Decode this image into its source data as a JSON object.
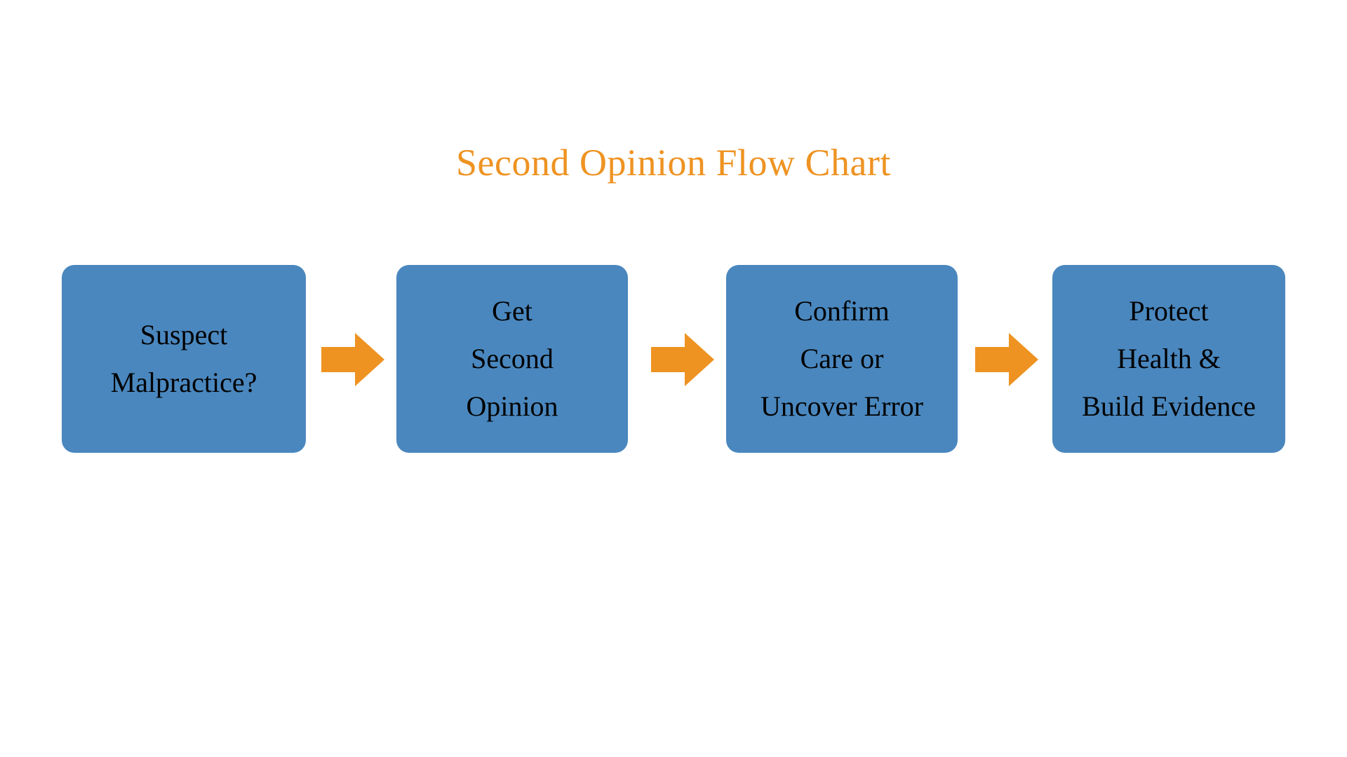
{
  "slide": {
    "background_color": "#FFFFFF",
    "title": "Second Opinion Flow Chart",
    "title_color": "#EE9322"
  },
  "flow": {
    "node_fill_color": "#4A87BE",
    "node_text_color": "#000000",
    "arrow_color": "#EE9322",
    "nodes": [
      {
        "id": "suspect-malpractice",
        "label": "Suspect\nMalpractice?",
        "lines": [
          "Suspect",
          "Malpractice?"
        ]
      },
      {
        "id": "get-second-opinion",
        "label": "Get\nSecond\nOpinion",
        "lines": [
          "Get",
          "Second",
          "Opinion"
        ]
      },
      {
        "id": "confirm-care-or-uncover-error",
        "label": "Confirm\nCare or\nUncover Error",
        "lines": [
          "Confirm",
          "Care or",
          "Uncover Error"
        ]
      },
      {
        "id": "protect-health-build-evidence",
        "label": "Protect\nHealth &\nBuild Evidence",
        "lines": [
          "Protect",
          "Health &",
          "Build Evidence"
        ]
      }
    ],
    "connectors": [
      {
        "id": "connector-1",
        "icon": "right-arrow-icon",
        "from": "suspect-malpractice",
        "to": "get-second-opinion"
      },
      {
        "id": "connector-2",
        "icon": "right-arrow-icon",
        "from": "get-second-opinion",
        "to": "confirm-care-or-uncover-error"
      },
      {
        "id": "connector-3",
        "icon": "right-arrow-icon",
        "from": "confirm-care-or-uncover-error",
        "to": "protect-health-build-evidence"
      }
    ]
  }
}
